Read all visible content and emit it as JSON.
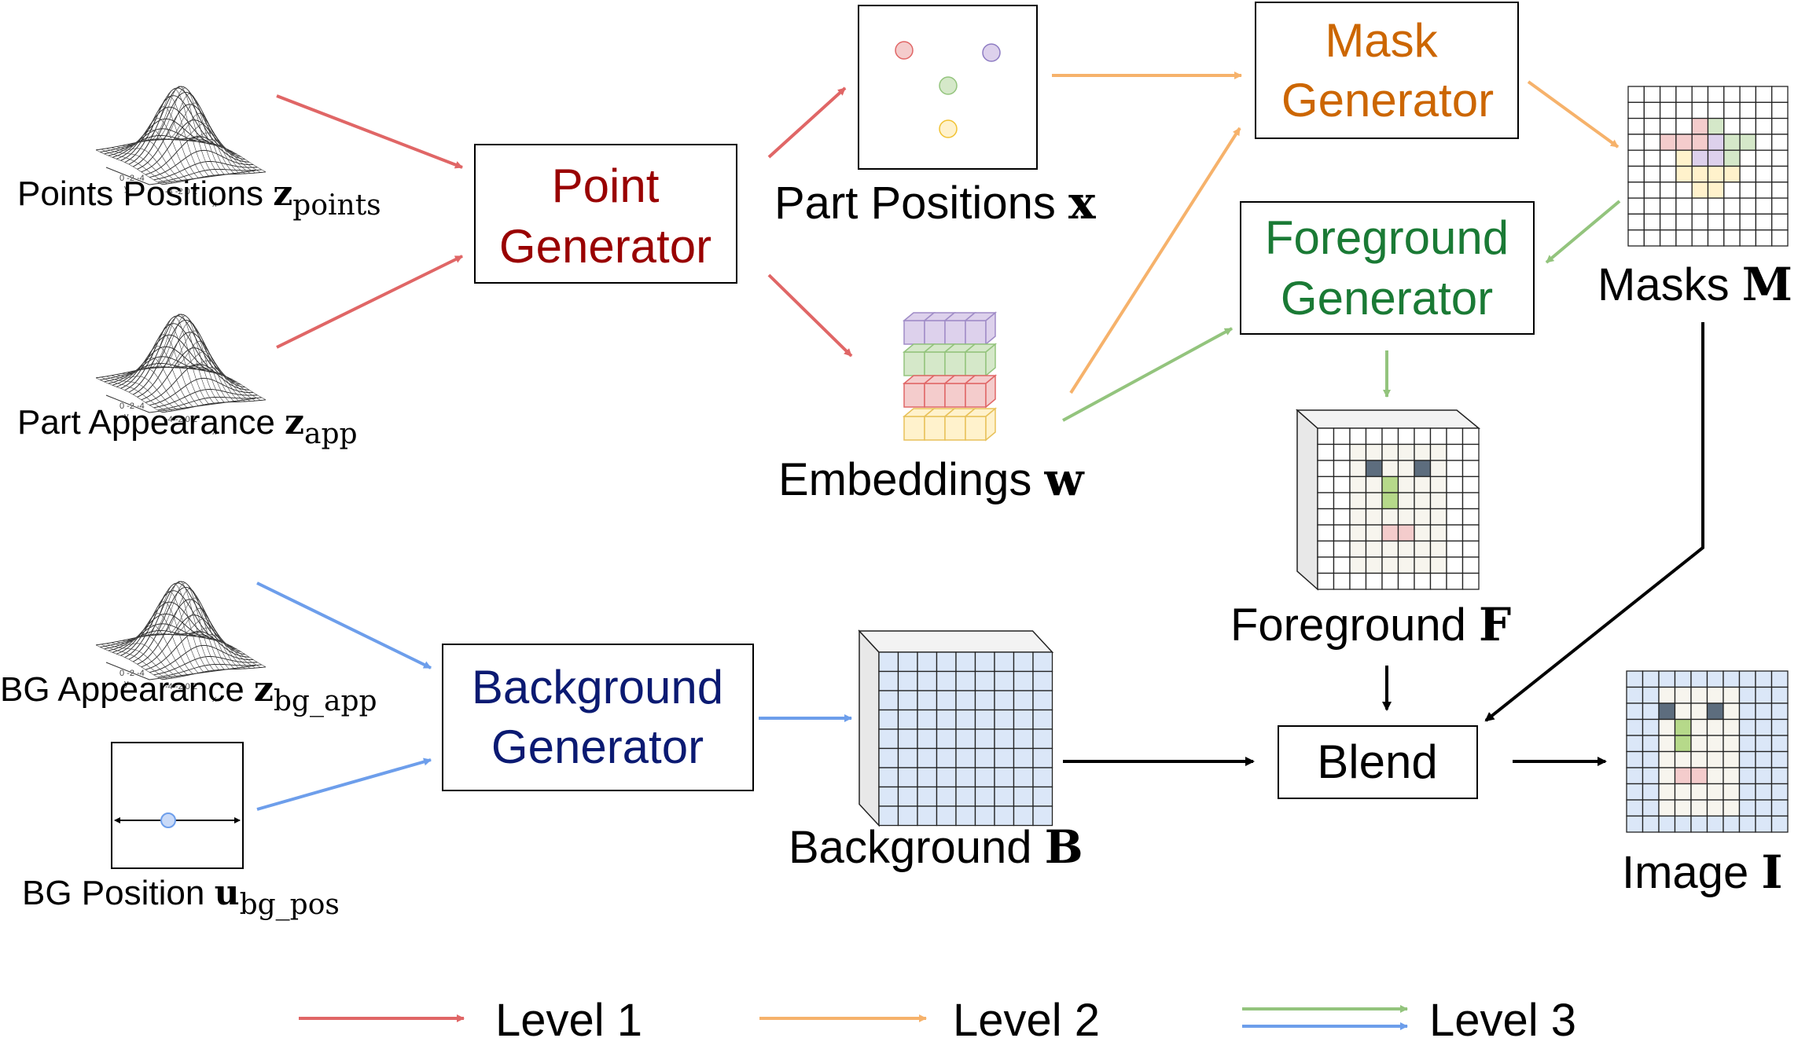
{
  "colors": {
    "level1": "#e06666",
    "level2": "#f6b26b",
    "level3_green": "#93c47d",
    "level3_blue": "#6d9eeb",
    "point_generator_text": "#990000",
    "mask_generator_text": "#cc6600",
    "foreground_generator_text": "#1a7a35",
    "background_generator_text": "#0b1a72",
    "grid_blue": "#dbe7f8",
    "cell_pink": "#f4cccc",
    "cell_purple": "#ddd1ec",
    "cell_green": "#d5e8c9",
    "cell_yellow": "#fff2cc",
    "cell_dark": "#5d6d7e",
    "cell_light": "#f7f5ee",
    "cell_lime": "#b6d98a"
  },
  "inputs": {
    "points_positions": {
      "text": "Points Positions ",
      "sym": "z",
      "sub": "points"
    },
    "part_appearance": {
      "text": "Part Appearance ",
      "sym": "z",
      "sub": "app"
    },
    "bg_appearance": {
      "text": "BG Appearance ",
      "sym": "z",
      "sub": "bg_app"
    },
    "bg_position": {
      "text": "BG Position ",
      "sym": "u",
      "sub": "bg_pos"
    }
  },
  "gaussian_axes": {
    "x_label": "x",
    "y_label": "y",
    "ticks_left": [
      "0",
      "-2",
      "-4"
    ],
    "ticks_right": [
      "-4",
      "-2",
      "0",
      "2"
    ]
  },
  "generators": {
    "point": [
      "Point",
      "Generator"
    ],
    "mask": [
      "Mask",
      "Generator"
    ],
    "foreground": [
      "Foreground",
      "Generator"
    ],
    "background": [
      "Background",
      "Generator"
    ],
    "blend": "Blend"
  },
  "outputs": {
    "part_positions": {
      "text": "Part Positions ",
      "sym": "x"
    },
    "embeddings": {
      "text": "Embeddings ",
      "sym": "w"
    },
    "masks": {
      "text": "Masks ",
      "sym": "M"
    },
    "foreground": {
      "text": "Foreground ",
      "sym": "F"
    },
    "background": {
      "text": "Background ",
      "sym": "B"
    },
    "image": {
      "text": "Image ",
      "sym": "I"
    }
  },
  "part_points": [
    {
      "name": "red",
      "color": "#f4cccc"
    },
    {
      "name": "purple",
      "color": "#ddd1ec"
    },
    {
      "name": "green",
      "color": "#d5e8c9"
    },
    {
      "name": "yellow",
      "color": "#fff2cc"
    }
  ],
  "legend": [
    {
      "label": "Level 1"
    },
    {
      "label": "Level 2"
    },
    {
      "label": "Level 3"
    }
  ]
}
